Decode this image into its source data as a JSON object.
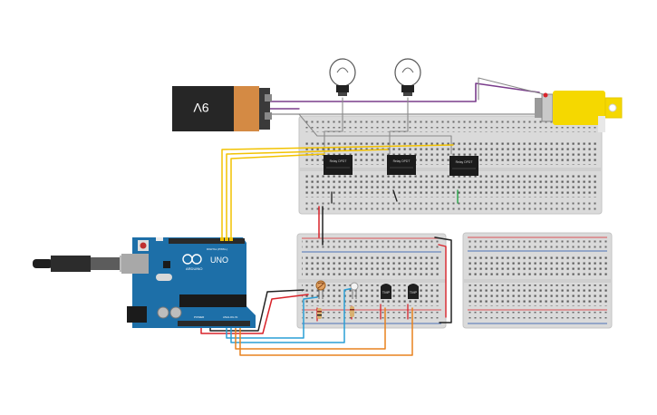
{
  "battery": {
    "label": "9V"
  },
  "arduino": {
    "brand": "ARDUINO",
    "model": "UNO",
    "digital_label": "DIGITAL (PWM~)",
    "power_label": "POWER",
    "analog_label": "ANALOG IN"
  },
  "relays": [
    {
      "text": "Relay DPDT"
    },
    {
      "text": "Relay DPDT"
    },
    {
      "text": "Relay DPDT"
    }
  ],
  "sensors": [
    {
      "text": "TMP"
    },
    {
      "text": "TMP"
    }
  ],
  "colors": {
    "wire_purple": "#7a3d8c",
    "wire_yellow": "#f2c200",
    "wire_red": "#d8232a",
    "wire_black": "#222222",
    "wire_blue": "#2a9fd6",
    "wire_orange": "#e8821e",
    "wire_green": "#2fa84f",
    "wire_gray": "#8a8a8a",
    "board": "#1d6fa8",
    "motor": "#f5d800"
  }
}
